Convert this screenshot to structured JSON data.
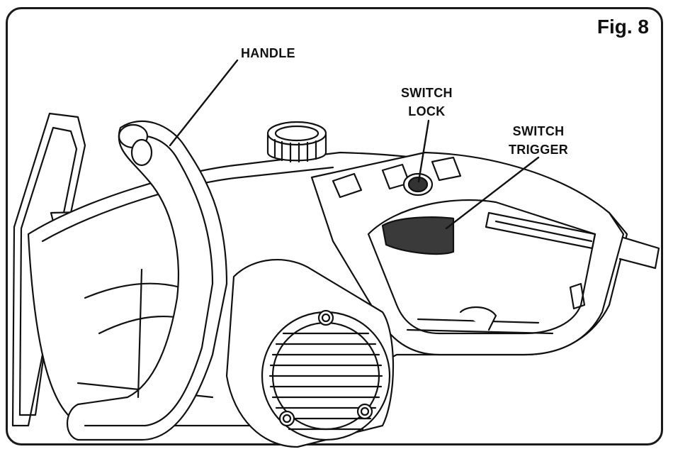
{
  "figure": {
    "title": "Fig. 8"
  },
  "callouts": {
    "handle": "HANDLE",
    "switch_lock_line1": "SWITCH",
    "switch_lock_line2": "LOCK",
    "switch_trigger_line1": "SWITCH",
    "switch_trigger_line2": "TRIGGER"
  },
  "colors": {
    "ink": "#111111",
    "dark_fill": "#3a3a3a",
    "background": "#ffffff"
  }
}
